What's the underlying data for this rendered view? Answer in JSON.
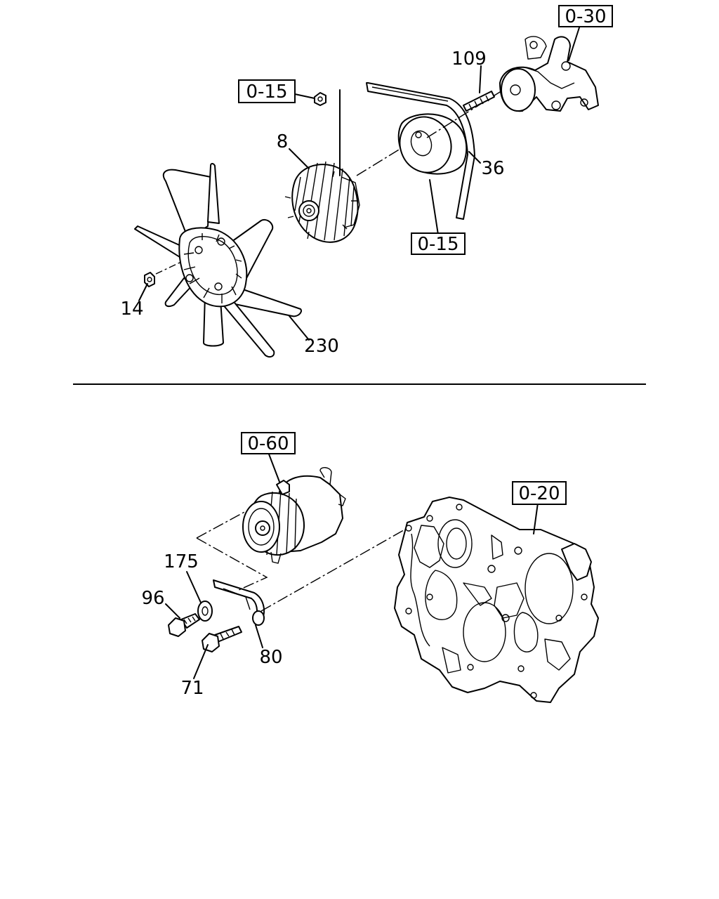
{
  "labels": {
    "ref_0_30": "0-30",
    "ref_0_15_top": "0-15",
    "ref_0_15_mid": "0-15",
    "ref_0_60": "0-60",
    "ref_0_20": "0-20",
    "part_109": "109",
    "part_8": "8",
    "part_36": "36",
    "part_14": "14",
    "part_230": "230",
    "part_175": "175",
    "part_96": "96",
    "part_80": "80",
    "part_71": "71"
  }
}
